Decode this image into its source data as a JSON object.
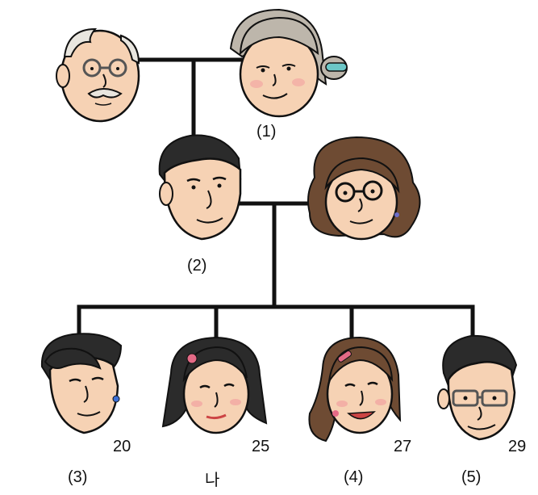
{
  "people": [
    {
      "id": "grandfather",
      "label": "",
      "age": ""
    },
    {
      "id": "grandmother",
      "label": "(1)",
      "age": ""
    },
    {
      "id": "father",
      "label": "(2)",
      "age": ""
    },
    {
      "id": "mother",
      "label": "",
      "age": ""
    },
    {
      "id": "child-3",
      "label": "(3)",
      "age": "20"
    },
    {
      "id": "me",
      "label": "나",
      "age": "25"
    },
    {
      "id": "child-4",
      "label": "(4)",
      "age": "27"
    },
    {
      "id": "child-5",
      "label": "(5)",
      "age": "29"
    }
  ],
  "colors": {
    "line": "#111111",
    "skin": "#f6d2b4",
    "skin_shadow": "#e7b292",
    "hair_dark": "#2b2b2b",
    "hair_brown": "#6e4b33",
    "hair_gray": "#bdb6ab",
    "hair_white": "#e9e6df",
    "glasses": "#555555",
    "cheek": "#f3a7a3",
    "accent_pink": "#e46a86",
    "accent_teal": "#6cc7c7"
  }
}
